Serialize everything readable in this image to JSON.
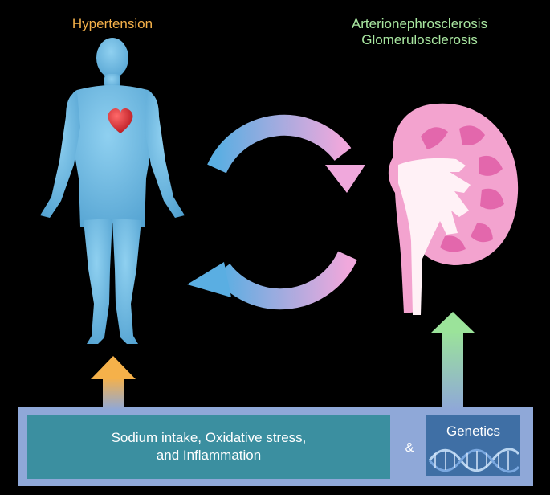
{
  "labels": {
    "hypertension": "Hypertension",
    "kidney_line1": "Arterionephrosclerosis",
    "kidney_line2": "Glomerulosclerosis",
    "factors_line1": "Sodium intake, Oxidative stress,",
    "factors_line2": "and Inflammation",
    "ampersand": "&",
    "genetics": "Genetics"
  },
  "colors": {
    "background": "#000000",
    "body": "#6fb8e0",
    "heart": "#d8222a",
    "kidney_cortex": "#f3a3cf",
    "kidney_medulla": "#e367ac",
    "kidney_pelvis": "#fff1f6",
    "cycle_blue": "#5aaee2",
    "cycle_pink": "#f0a8dc",
    "arrow_orange": "#f5b14a",
    "arrow_green": "#9be39a",
    "frame": "#8fa8d8",
    "factors_box": "#3b8fa0",
    "genetics_box": "#3f6fa5"
  },
  "icons": [
    "human-body-icon",
    "heart-icon",
    "kidney-icon",
    "cycle-arrows-icon",
    "dna-helix-icon"
  ]
}
